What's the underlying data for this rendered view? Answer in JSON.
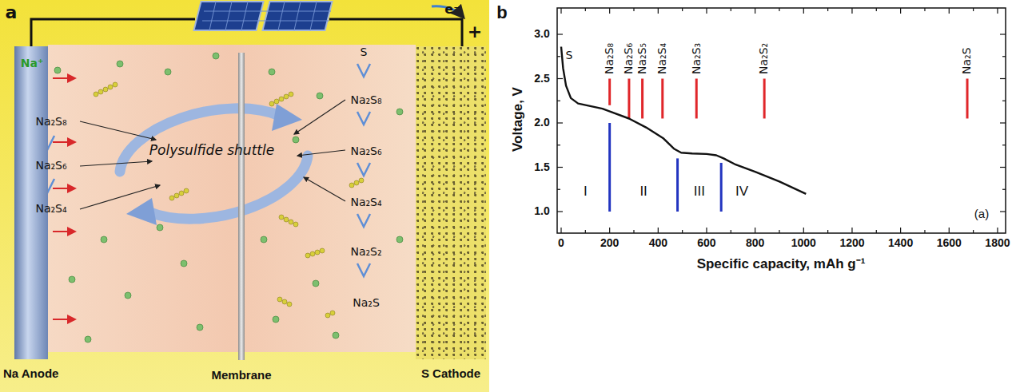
{
  "diagram": {
    "nodes": [
      {
        "text": [
          "Na Anode"
        ]
      },
      {
        "text": [
          "Membrane"
        ]
      },
      {
        "text": [
          "S Cathode"
        ]
      }
    ],
    "labels": [
      "a",
      "e⁻",
      "+",
      "Na⁺",
      "Na₂S₈",
      "Na₂S₆",
      "Na₂S₄",
      "Polysulfide shuttle",
      "S",
      "Na₂S₈",
      "Na₂S₆",
      "Na₂S₄",
      "Na₂S₂",
      "Na₂S",
      "b",
      "Voltage, V",
      "Specific capacity, mAh g⁻¹",
      "1.0",
      "1.5",
      "2.0",
      "2.5",
      "3.0",
      "0",
      "200",
      "400",
      "600",
      "800",
      "1000",
      "1200",
      "1400",
      "1600",
      "1800",
      "S",
      "Na₂S₈",
      "Na₂S₆",
      "Na₂S₅",
      "Na₂S₄",
      "Na₂S₃",
      "Na₂S₂",
      "Na₂S",
      "I",
      "II",
      "III",
      "IV",
      "(a)"
    ]
  }
}
